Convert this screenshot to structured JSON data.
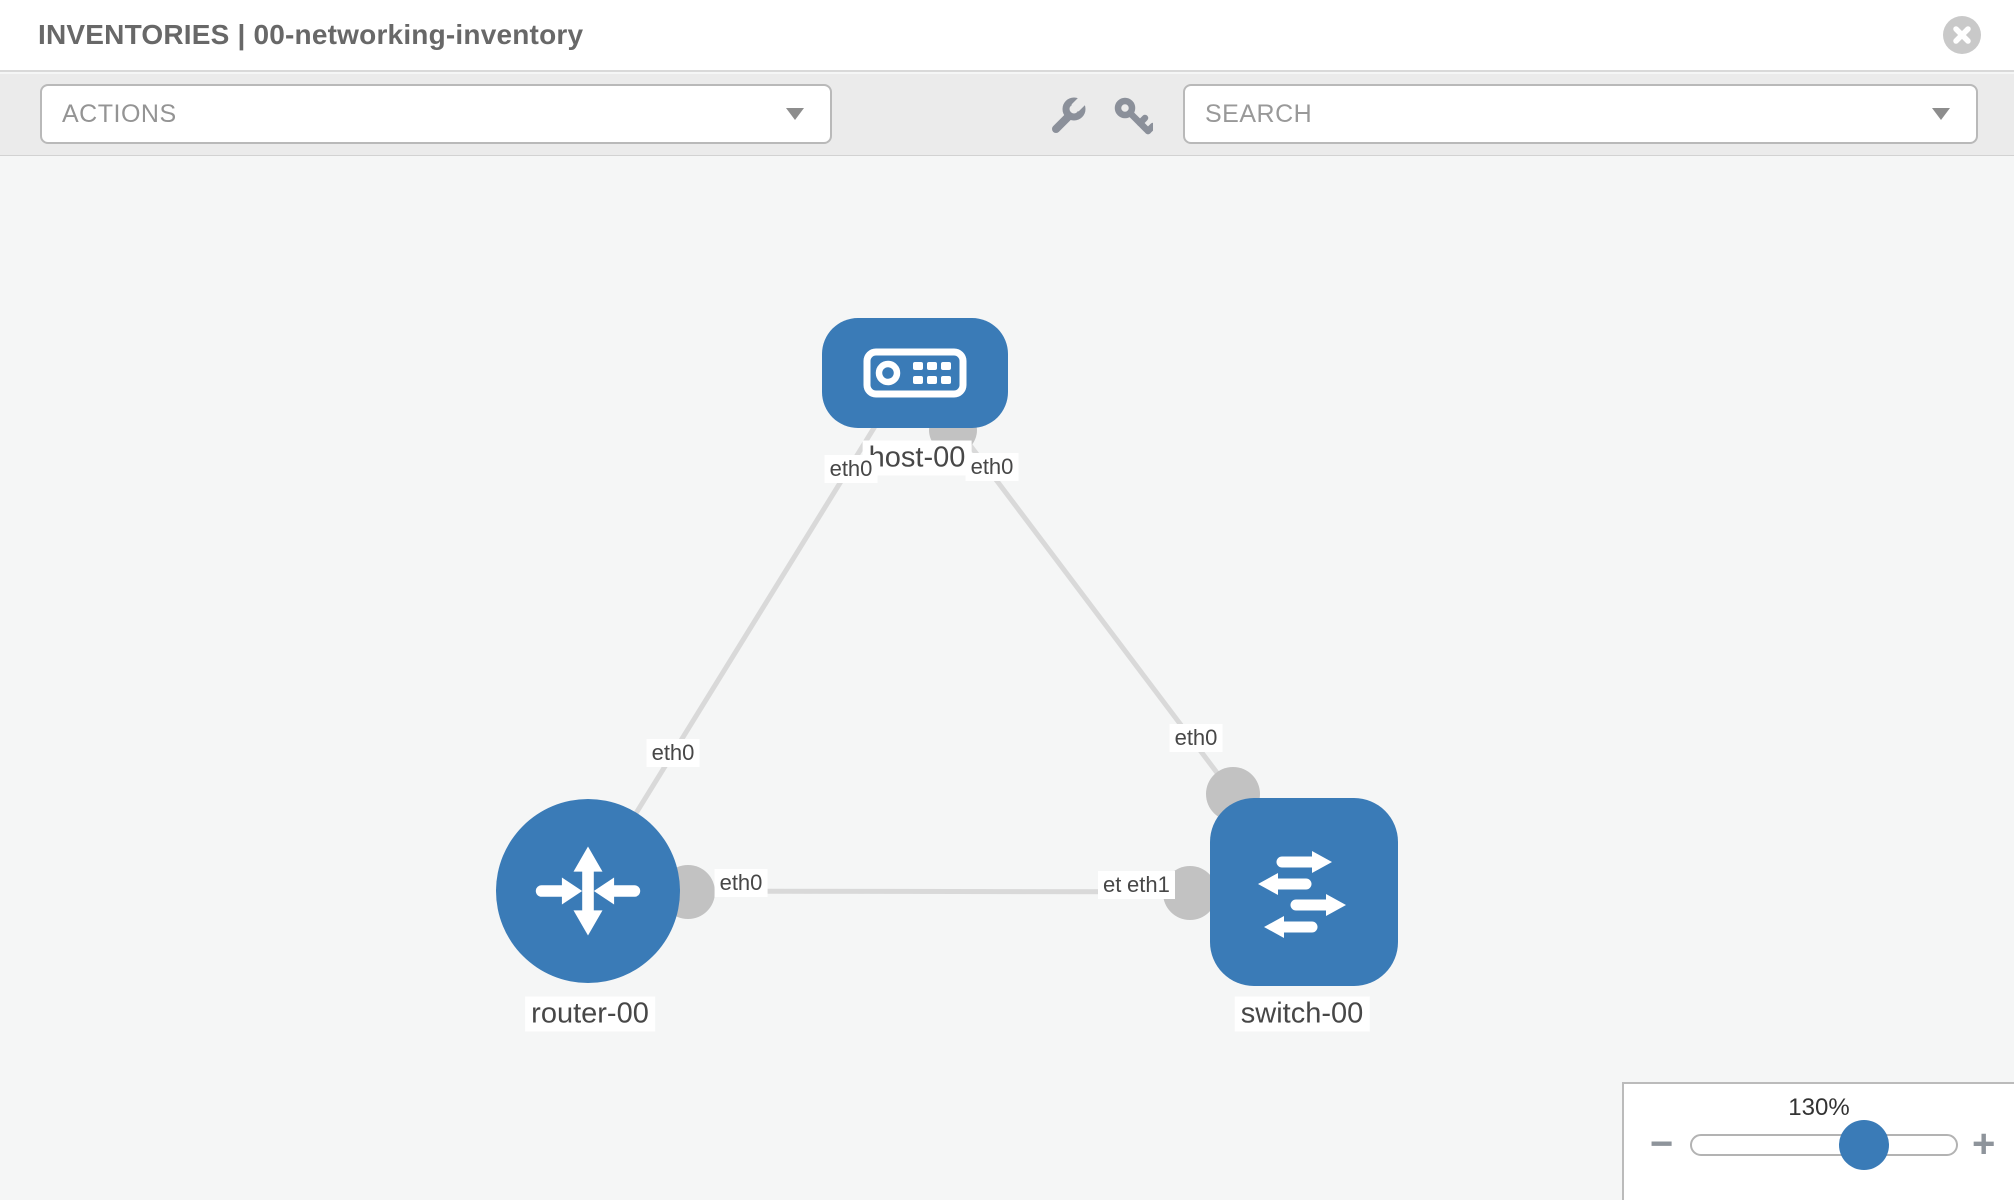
{
  "header": {
    "title": "INVENTORIES | 00-networking-inventory"
  },
  "toolbar": {
    "actions_label": "ACTIONS",
    "search_placeholder": "SEARCH"
  },
  "canvas": {
    "nodes": [
      {
        "label": "host-00",
        "type": "host"
      },
      {
        "label": "router-00",
        "type": "router"
      },
      {
        "label": "switch-00",
        "type": "switch"
      }
    ],
    "links": [
      {
        "from": "host-00",
        "to": "router-00",
        "from_interface": "eth0",
        "to_interface": "eth0"
      },
      {
        "from": "host-00",
        "to": "switch-00",
        "from_interface": "eth0",
        "to_interface": "eth0"
      },
      {
        "from": "router-00",
        "to": "switch-00",
        "from_interface": "eth0",
        "to_interface": "eth1"
      }
    ],
    "interface_labels": {
      "host_router_host_end": "eth0",
      "host_router_router_end": "eth0",
      "host_switch_host_end": "eth0",
      "host_switch_switch_end": "eth0",
      "router_switch_router_end": "eth0",
      "router_switch_switch_under": "eth0",
      "router_switch_switch_end": "eth1"
    }
  },
  "zoom_control": {
    "value": "130%",
    "zoom_out_label": "−",
    "zoom_in_label": "+"
  },
  "colors": {
    "node_blue": "#3a7bb7",
    "link_gray": "#d9d9d9",
    "interface_gray": "#c2c2c2"
  }
}
